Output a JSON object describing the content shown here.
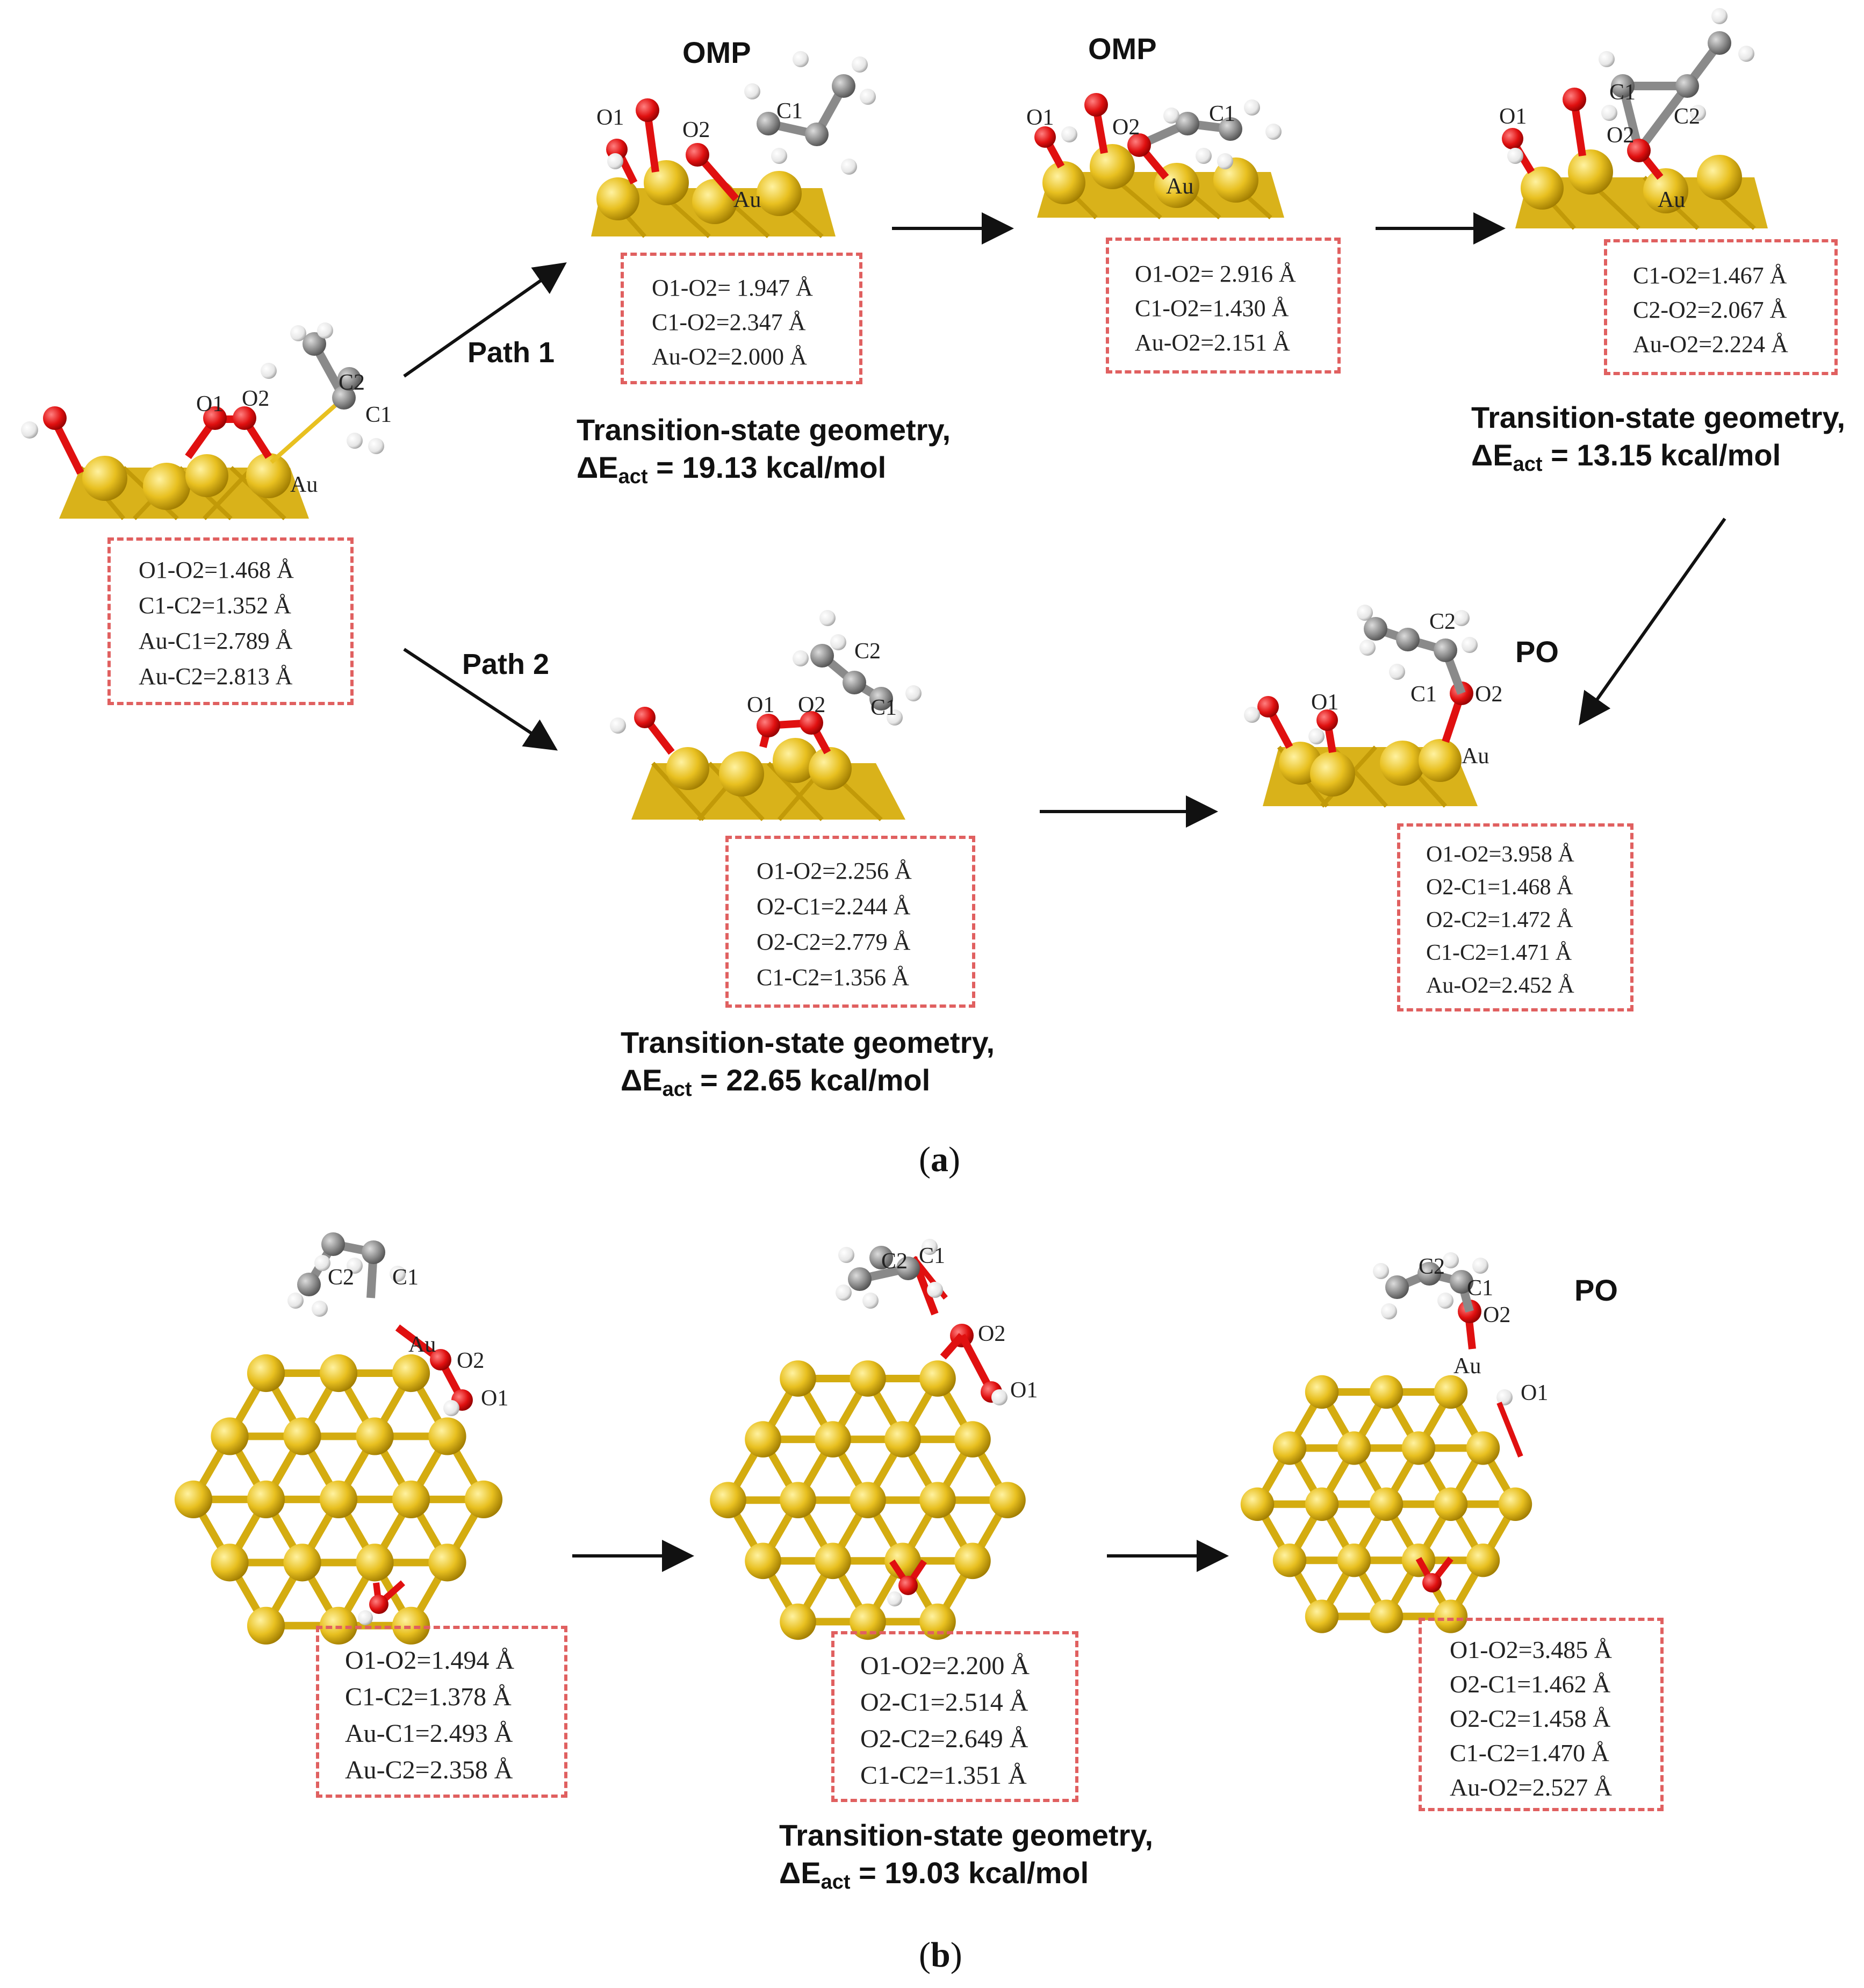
{
  "panel_a": {
    "caption_open": "(",
    "caption_letter": "a",
    "caption_close": ")",
    "path1_label": "Path 1",
    "path2_label": "Path 2",
    "omp_label_1": "OMP",
    "omp_label_2": "OMP",
    "po_label": "PO",
    "initial": {
      "lines": [
        "O1-O2=1.468 Å",
        "C1-C2=1.352 Å",
        "Au-C1=2.789 Å",
        "Au-C2=2.813 Å"
      ]
    },
    "path1_ts1": {
      "lines": [
        "O1-O2= 1.947 Å",
        "C1-O2=2.347 Å",
        "Au-O2=2.000 Å"
      ],
      "ts_title": "Transition-state geometry,",
      "ts_prefix": "ΔE",
      "ts_sub": "act",
      "ts_value": " = 19.13 kcal/mol"
    },
    "path1_omp": {
      "lines": [
        "O1-O2= 2.916 Å",
        "C1-O2=1.430 Å",
        "Au-O2=2.151 Å"
      ]
    },
    "path1_ts2": {
      "lines": [
        "C1-O2=1.467 Å",
        "C2-O2=2.067 Å",
        "Au-O2=2.224 Å"
      ],
      "ts_title": "Transition-state geometry,",
      "ts_prefix": "ΔE",
      "ts_sub": "act",
      "ts_value": " = 13.15 kcal/mol"
    },
    "path2_ts": {
      "lines": [
        "O1-O2=2.256 Å",
        "O2-C1=2.244 Å",
        "O2-C2=2.779 Å",
        "C1-C2=1.356 Å"
      ],
      "ts_title": "Transition-state geometry,",
      "ts_prefix": "ΔE",
      "ts_sub": "act",
      "ts_value": " = 22.65 kcal/mol"
    },
    "po": {
      "lines": [
        "O1-O2=3.958 Å",
        "O2-C1=1.468 Å",
        "O2-C2=1.472 Å",
        "C1-C2=1.471 Å",
        "Au-O2=2.452 Å"
      ]
    }
  },
  "panel_b": {
    "caption_open": "(",
    "caption_letter": "b",
    "caption_close": ")",
    "po_label": "PO",
    "initial": {
      "lines": [
        "O1-O2=1.494 Å",
        "C1-C2=1.378 Å",
        "Au-C1=2.493 Å",
        "Au-C2=2.358 Å"
      ]
    },
    "ts": {
      "lines": [
        "O1-O2=2.200 Å",
        "O2-C1=2.514 Å",
        "O2-C2=2.649 Å",
        "C1-C2=1.351 Å"
      ],
      "ts_title": "Transition-state geometry,",
      "ts_prefix": "ΔE",
      "ts_sub": "act",
      "ts_value": " = 19.03 kcal/mol"
    },
    "po": {
      "lines": [
        "O1-O2=3.485 Å",
        "O2-C1=1.462 Å",
        "O2-C2=1.458 Å",
        "C1-C2=1.470 Å",
        "Au-O2=2.527 Å"
      ]
    }
  },
  "atom_labels": {
    "o1": "O1",
    "o2": "O2",
    "c1": "C1",
    "c2": "C2",
    "au": "Au"
  },
  "colors": {
    "gold": "#e8c020",
    "gold_dark": "#b8920a",
    "oxygen": "#e01010",
    "carbon": "#8a8a8a",
    "hydrogen": "#f2f2f2",
    "dash_box": "#e06060"
  }
}
